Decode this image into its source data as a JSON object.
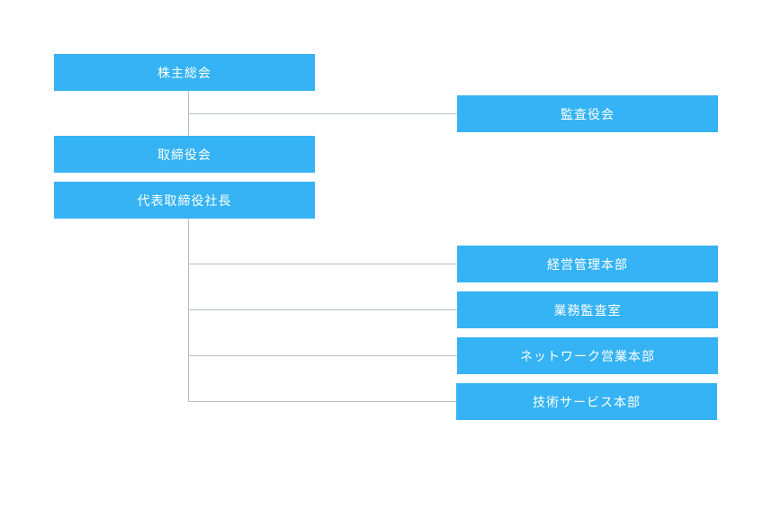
{
  "org_chart": {
    "shareholders_meeting": "株主総会",
    "audit_board": "監査役会",
    "board_of_directors": "取締役会",
    "president": "代表取締役社長",
    "divisions": [
      "経営管理本部",
      "業務監査室",
      "ネットワーク営業本部",
      "技術サービス本部"
    ]
  },
  "colors": {
    "box_fill": "#35b3f4",
    "box_text": "#ffffff",
    "connector": "#b9bec3",
    "background": "#ffffff"
  }
}
